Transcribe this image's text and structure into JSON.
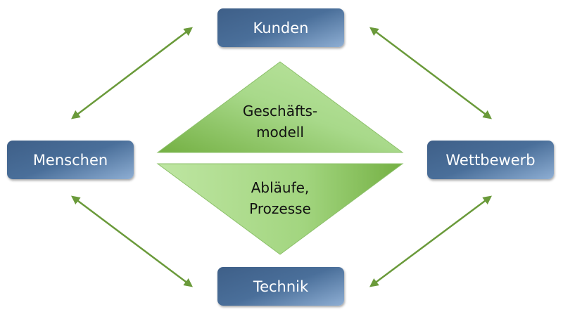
{
  "nodes": {
    "top": "Kunden",
    "left": "Menschen",
    "right": "Wettbewerb",
    "bottom": "Technik"
  },
  "center": {
    "upper_line1": "Geschäfts-",
    "upper_line2": "modell",
    "lower_line1": "Abläufe,",
    "lower_line2": "Prozesse"
  },
  "colors": {
    "box": "#4a6f9a",
    "arrow": "#6a9a3a",
    "triangle_light": "#b8e29a",
    "triangle_dark": "#7ab548"
  }
}
